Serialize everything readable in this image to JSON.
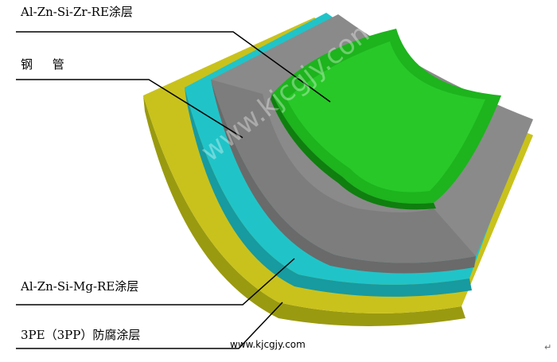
{
  "labels": {
    "al_zn_si_zr": "Al-Zn-Si-Zr-RE涂层",
    "steel_pipe": "钢 管",
    "al_zn_si_mg": "Al-Zn-Si-Mg-RE涂层",
    "pe_coating": "3PE（3PP）防腐涂层"
  },
  "watermark": {
    "bottom": "www.kjcgjy.com",
    "diagonal": "www.kjcgjy.com"
  },
  "colors": {
    "green_layer": "#22b322",
    "steel_layer": "#808080",
    "cyan_layer": "#20c0c8",
    "yellow_layer": "#c8c820"
  }
}
